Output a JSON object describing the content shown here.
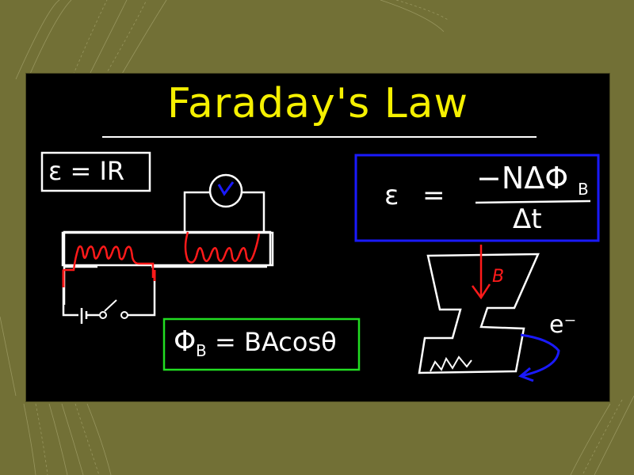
{
  "slide": {
    "title": "Faraday's Law",
    "colors": {
      "background": "#727036",
      "board": "#000000",
      "title": "#f5f000",
      "ink": "#ffffff",
      "coil": "#ff1a1a",
      "faraday_box": "#1a1aff",
      "flux_box": "#22dd22",
      "voltmeter_mark": "#1a1aff",
      "electron_arrow": "#1a1aff",
      "field_arrow": "#ff1a1a"
    }
  },
  "equations": {
    "ohms_law": "ε = IR",
    "faraday": {
      "lhs": "ε",
      "equals": "=",
      "numerator": "−NΔΦ",
      "numerator_sub": "B",
      "denominator": "Δt"
    },
    "flux": {
      "symbol": "Φ",
      "sub": "B",
      "rhs": "= BAcosθ"
    }
  },
  "diagram": {
    "voltmeter_label": "V",
    "field_label": "B",
    "electron_label": "e⁻"
  }
}
